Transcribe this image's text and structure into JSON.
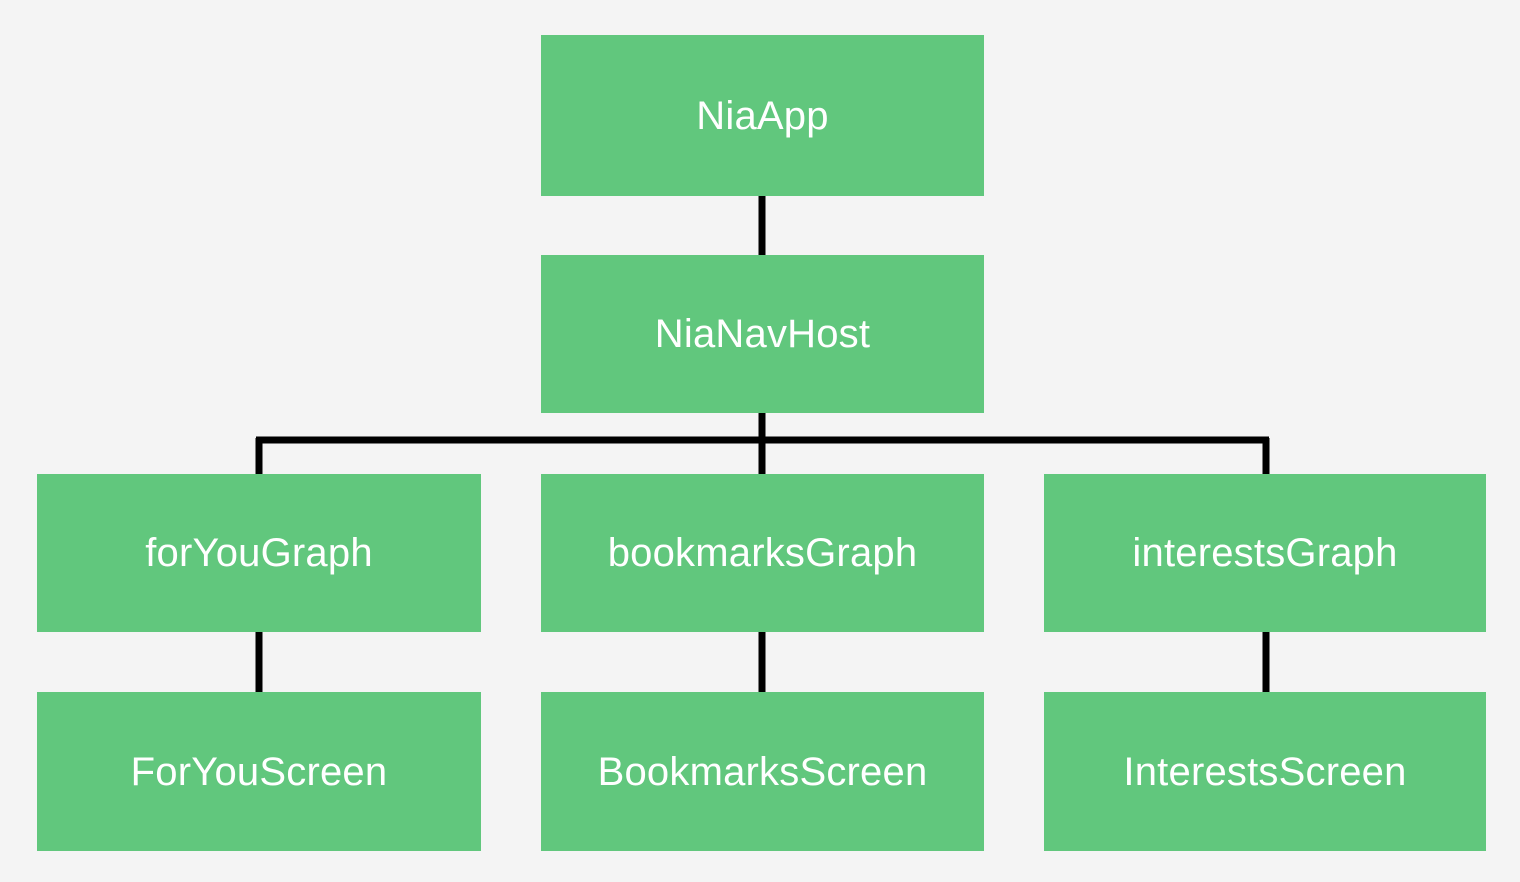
{
  "diagram": {
    "type": "flowchart",
    "orientation": "top-down",
    "background_color": "#f4f4f4",
    "node_fill_color": "#61c77d",
    "node_text_color": "#ffffff",
    "edge_color": "#000000",
    "nodes": [
      {
        "id": "niaapp",
        "label": "NiaApp",
        "level": 1
      },
      {
        "id": "nianavhost",
        "label": "NiaNavHost",
        "level": 2
      },
      {
        "id": "foryougraph",
        "label": "forYouGraph",
        "level": 3
      },
      {
        "id": "bookmarksgraph",
        "label": "bookmarksGraph",
        "level": 3
      },
      {
        "id": "interestsgraph",
        "label": "interestsGraph",
        "level": 3
      },
      {
        "id": "foryouscreen",
        "label": "ForYouScreen",
        "level": 4
      },
      {
        "id": "bookmarksscreen",
        "label": "BookmarksScreen",
        "level": 4
      },
      {
        "id": "interestsscreen",
        "label": "InterestsScreen",
        "level": 4
      }
    ],
    "edges": [
      {
        "from": "niaapp",
        "to": "nianavhost"
      },
      {
        "from": "nianavhost",
        "to": "foryougraph"
      },
      {
        "from": "nianavhost",
        "to": "bookmarksgraph"
      },
      {
        "from": "nianavhost",
        "to": "interestsgraph"
      },
      {
        "from": "foryougraph",
        "to": "foryouscreen"
      },
      {
        "from": "bookmarksgraph",
        "to": "bookmarksscreen"
      },
      {
        "from": "interestsgraph",
        "to": "interestsscreen"
      }
    ]
  }
}
